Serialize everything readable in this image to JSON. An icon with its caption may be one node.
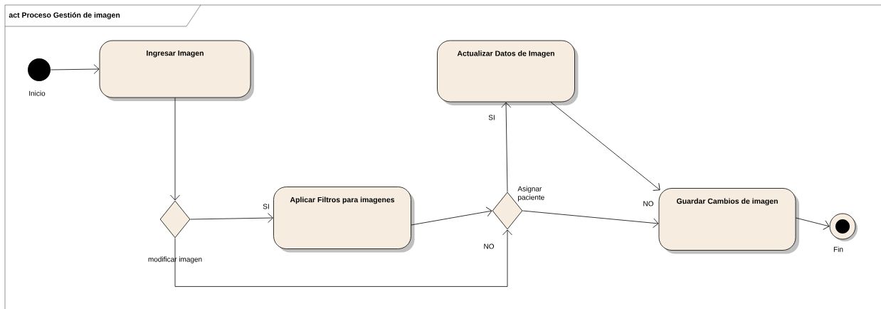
{
  "diagram": {
    "title": "act Proceso Gestión de imagen",
    "nodes": [
      {
        "text": [],
        "shape": "circle",
        "beside": [
          "Inicio"
        ]
      },
      {
        "text": [
          "Ingresar Imagen"
        ]
      },
      {
        "text": [],
        "shape": "diamond",
        "beside": [
          "modificar imagen"
        ]
      },
      {
        "text": [
          "Aplicar Filtros para imagenes"
        ]
      },
      {
        "text": [],
        "shape": "diamond",
        "beside": [
          "Asignar paciente"
        ]
      },
      {
        "text": [
          "Actualizar Datos de Imagen"
        ]
      },
      {
        "text": [
          "Guardar Cambios de imagen"
        ]
      },
      {
        "text": [],
        "shape": "bullseye",
        "beside": [
          "Fin"
        ]
      }
    ],
    "edges": [
      {
        "from": 0,
        "to": 1,
        "arrow": "to"
      },
      {
        "from": 1,
        "to": 2,
        "arrow": "to"
      },
      {
        "from": 2,
        "to": 3,
        "arrow": "to",
        "label": "SI"
      },
      {
        "from": 3,
        "to": 4,
        "arrow": "to"
      },
      {
        "from": 4,
        "to": 5,
        "arrow": "to",
        "label": "SI"
      },
      {
        "from": 4,
        "to": 6,
        "arrow": "to",
        "label": "NO"
      },
      {
        "from": 5,
        "to": 6,
        "arrow": "to"
      },
      {
        "from": 2,
        "to": 4,
        "arrow": "to",
        "label": "NO"
      },
      {
        "from": 6,
        "to": 7,
        "arrow": "to"
      }
    ]
  }
}
